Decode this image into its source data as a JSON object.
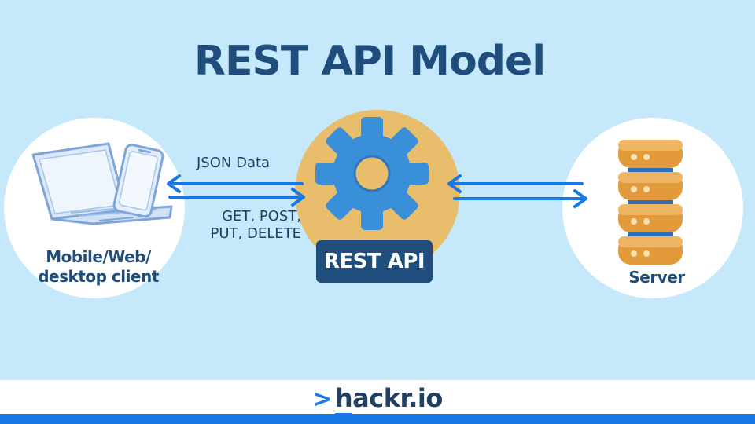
{
  "title": "REST API Model",
  "client": {
    "label_line1": "Mobile/Web/",
    "label_line2": "desktop client",
    "icon": "laptop-phone-icon"
  },
  "api": {
    "badge": "REST API",
    "icon": "gear-icon"
  },
  "server": {
    "label": "Server",
    "icon": "server-stack-icon"
  },
  "connections": {
    "response_label": "JSON Data",
    "request_label_line1": "GET, POST,",
    "request_label_line2": "PUT, DELETE"
  },
  "footer": {
    "brand_prefix": ">",
    "brand_h": "h",
    "brand_rest": "ackr.io"
  },
  "colors": {
    "background": "#c5e8fb",
    "title": "#1f4e7d",
    "accent": "#1878e6",
    "api_circle": "#e8be6c",
    "gear": "#3a8fd9",
    "server_orange": "#e39a3a"
  }
}
